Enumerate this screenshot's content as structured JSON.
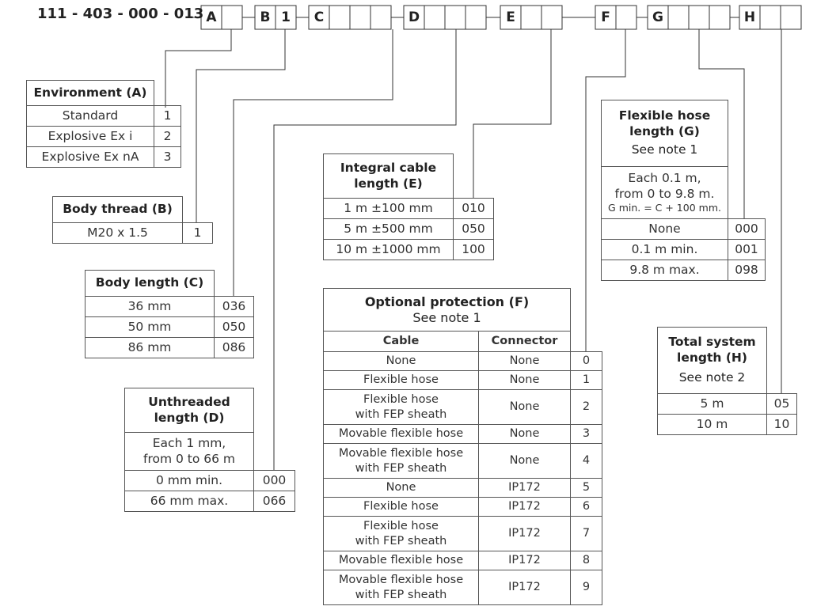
{
  "part_prefix": "111 - 403 - 000 - 013",
  "code_letters": [
    "A",
    "B",
    "1",
    "C",
    "D",
    "E",
    "F",
    "G",
    "H"
  ],
  "environment": {
    "title": "Environment (A)",
    "rows": [
      {
        "label": "Standard",
        "code": "1"
      },
      {
        "label": "Explosive Ex i",
        "code": "2"
      },
      {
        "label": "Explosive Ex nA",
        "code": "3"
      }
    ]
  },
  "body_thread": {
    "title": "Body thread (B)",
    "rows": [
      {
        "label": "M20 x 1.5",
        "code": "1"
      }
    ]
  },
  "body_length": {
    "title": "Body length (C)",
    "rows": [
      {
        "label": "36 mm",
        "code": "036"
      },
      {
        "label": "50 mm",
        "code": "050"
      },
      {
        "label": "86 mm",
        "code": "086"
      }
    ]
  },
  "unthreaded_length": {
    "title_line1": "Unthreaded",
    "title_line2": "length (D)",
    "desc_line1": "Each 1 mm,",
    "desc_line2": "from 0 to 66 m",
    "rows": [
      {
        "label": "0 mm min.",
        "code": "000"
      },
      {
        "label": "66 mm max.",
        "code": "066"
      }
    ]
  },
  "integral_cable": {
    "title_line1": "Integral cable",
    "title_line2": "length (E)",
    "rows": [
      {
        "label": "1 m ±100 mm",
        "code": "010"
      },
      {
        "label": "5 m ±500 mm",
        "code": "050"
      },
      {
        "label": "10 m ±1000 mm",
        "code": "100"
      }
    ]
  },
  "optional_protection": {
    "title": "Optional protection (F)",
    "note": "See note 1",
    "col_cable": "Cable",
    "col_connector": "Connector",
    "rows": [
      {
        "cable": "None",
        "cable2": "",
        "connector": "None",
        "code": "0"
      },
      {
        "cable": "Flexible hose",
        "cable2": "",
        "connector": "None",
        "code": "1"
      },
      {
        "cable": "Flexible hose",
        "cable2": "with FEP sheath",
        "connector": "None",
        "code": "2"
      },
      {
        "cable": "Movable flexible hose",
        "cable2": "",
        "connector": "None",
        "code": "3"
      },
      {
        "cable": "Movable flexible hose",
        "cable2": "with FEP sheath",
        "connector": "None",
        "code": "4"
      },
      {
        "cable": "None",
        "cable2": "",
        "connector": "IP172",
        "code": "5"
      },
      {
        "cable": "Flexible hose",
        "cable2": "",
        "connector": "IP172",
        "code": "6"
      },
      {
        "cable": "Flexible hose",
        "cable2": "with FEP sheath",
        "connector": "IP172",
        "code": "7"
      },
      {
        "cable": "Movable flexible hose",
        "cable2": "",
        "connector": "IP172",
        "code": "8"
      },
      {
        "cable": "Movable flexible hose",
        "cable2": "with FEP sheath",
        "connector": "IP172",
        "code": "9"
      }
    ]
  },
  "flexible_hose": {
    "title_line1": "Flexible hose",
    "title_line2": "length (G)",
    "note": "See note 1",
    "desc_line1": "Each 0.1 m,",
    "desc_line2": "from 0 to 9.8 m.",
    "desc_line3": "G min. = C + 100 mm.",
    "rows": [
      {
        "label": "None",
        "code": "000"
      },
      {
        "label": "0.1 m min.",
        "code": "001"
      },
      {
        "label": "9.8 m max.",
        "code": "098"
      }
    ]
  },
  "total_system": {
    "title_line1": "Total system",
    "title_line2": "length (H)",
    "note": "See note 2",
    "rows": [
      {
        "label": "5 m",
        "code": "05"
      },
      {
        "label": "10 m",
        "code": "10"
      }
    ]
  }
}
